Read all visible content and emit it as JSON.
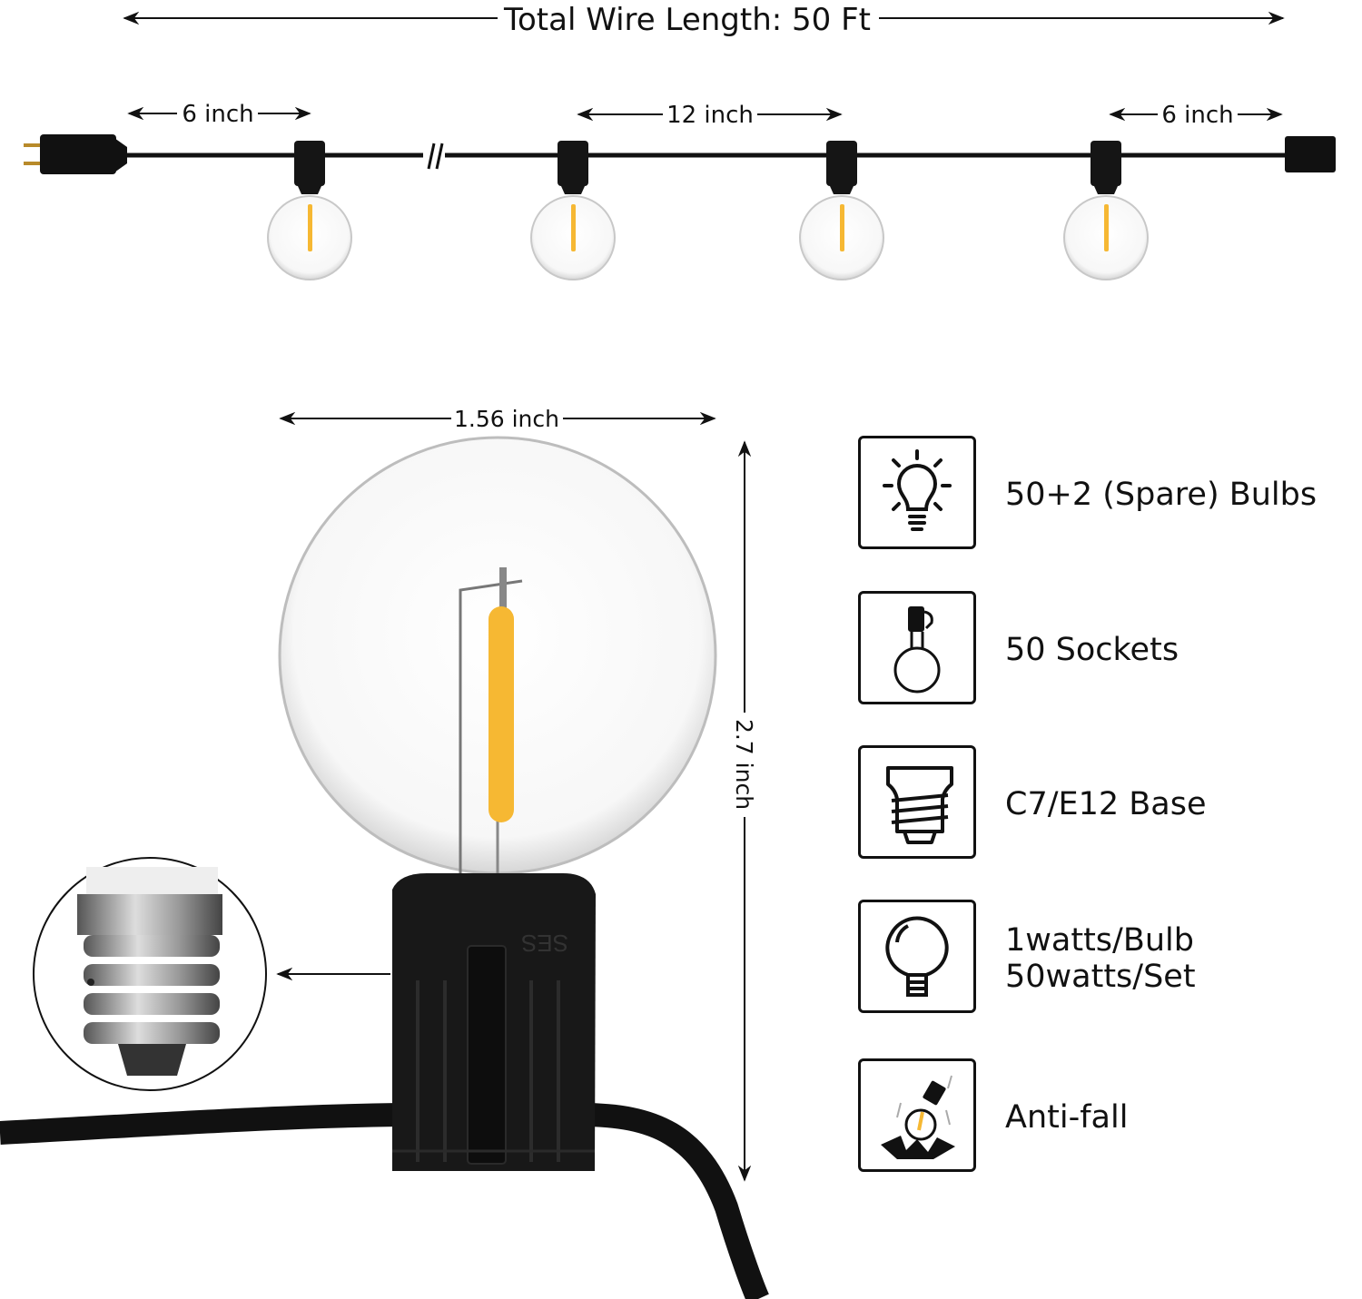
{
  "top": {
    "total_length": "Total Wire Length: 50 Ft",
    "spacing_left": "6 inch",
    "spacing_middle": "12 inch",
    "spacing_right": "6 inch"
  },
  "bulb_detail": {
    "width_label": "1.56 inch",
    "height_label": "2.7 inch",
    "socket_marking": "SES",
    "filament_color": "#f6b833"
  },
  "features": [
    {
      "icon": "bulb-glow-icon",
      "label": "50+2 (Spare) Bulbs"
    },
    {
      "icon": "socket-icon",
      "label": "50 Sockets"
    },
    {
      "icon": "screw-base-icon",
      "label": "C7/E12 Base"
    },
    {
      "icon": "globe-bulb-icon",
      "label": "1watts/Bulb\n50watts/Set"
    },
    {
      "icon": "anti-fall-icon",
      "label": "Anti-fall"
    }
  ]
}
